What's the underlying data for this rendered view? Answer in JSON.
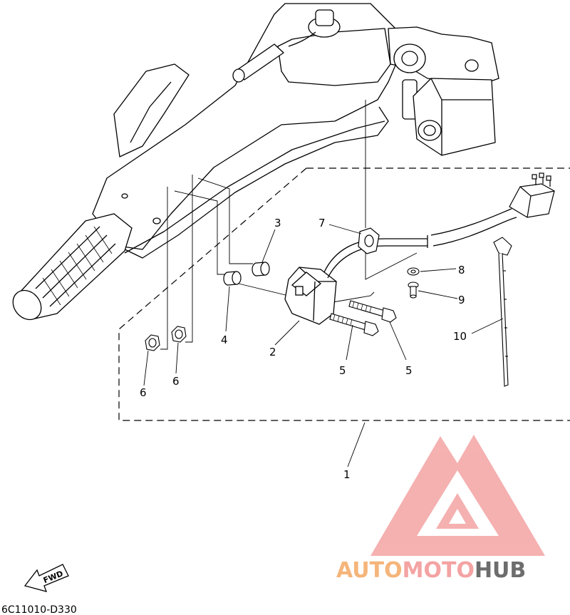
{
  "diagram": {
    "part_callouts": [
      {
        "id": "callout-1",
        "label": "1"
      },
      {
        "id": "callout-2",
        "label": "2"
      },
      {
        "id": "callout-3",
        "label": "3"
      },
      {
        "id": "callout-4",
        "label": "4"
      },
      {
        "id": "callout-5a",
        "label": "5"
      },
      {
        "id": "callout-5b",
        "label": "5"
      },
      {
        "id": "callout-6a",
        "label": "6"
      },
      {
        "id": "callout-6b",
        "label": "6"
      },
      {
        "id": "callout-7",
        "label": "7"
      },
      {
        "id": "callout-8",
        "label": "8"
      },
      {
        "id": "callout-9",
        "label": "9"
      },
      {
        "id": "callout-10",
        "label": "10"
      }
    ],
    "figure_code": "6C11010-D330",
    "fwd_label": "FWD"
  },
  "watermark": {
    "text_part1": "AUTO",
    "text_part2": "MOTO",
    "text_part3": "HUB",
    "color_orange": "#f5b57a",
    "color_pink": "#f4a3a3",
    "color_gray": "#6d6d6d"
  }
}
